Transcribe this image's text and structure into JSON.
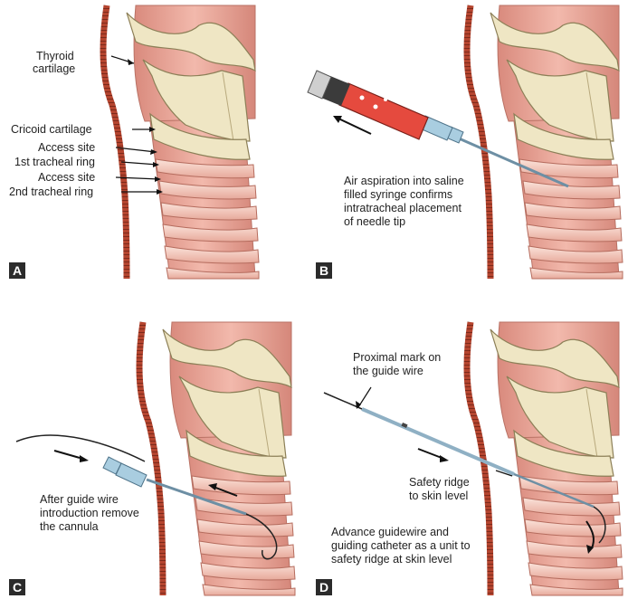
{
  "panels": {
    "A": {
      "letter": "A",
      "labels": {
        "thyroid_line1": "Thyroid",
        "thyroid_line2": "cartilage",
        "cricoid": "Cricoid cartilage",
        "access1": "Access site",
        "ring1": "1st tracheal ring",
        "access2": "Access site",
        "ring2": "2nd tracheal ring"
      }
    },
    "B": {
      "letter": "B",
      "caption": [
        "Air aspiration into saline",
        "filled syringe confirms",
        "intratracheal placement",
        "of needle tip"
      ]
    },
    "C": {
      "letter": "C",
      "caption": [
        "After guide wire",
        "introduction remove",
        "the cannula"
      ]
    },
    "D": {
      "letter": "D",
      "mark_label": [
        "Proximal mark on",
        "the guide wire"
      ],
      "ridge_label": [
        "Safety ridge",
        "to skin level"
      ],
      "caption": [
        "Advance guidewire and",
        "guiding catheter as a unit to",
        "safety ridge at skin level"
      ]
    }
  },
  "colors": {
    "skin_stripe": "#b5452f",
    "cartilage": "#efe6c4",
    "cartilage_stroke": "#8c7f57",
    "mucosa": "#e9a79a",
    "mucosa_dark": "#c9786c",
    "ring_band": "#f7d6cc",
    "needle": "#8fb0c4",
    "hub": "#a9cde0",
    "syringe_fluid": "#e54a3e"
  }
}
